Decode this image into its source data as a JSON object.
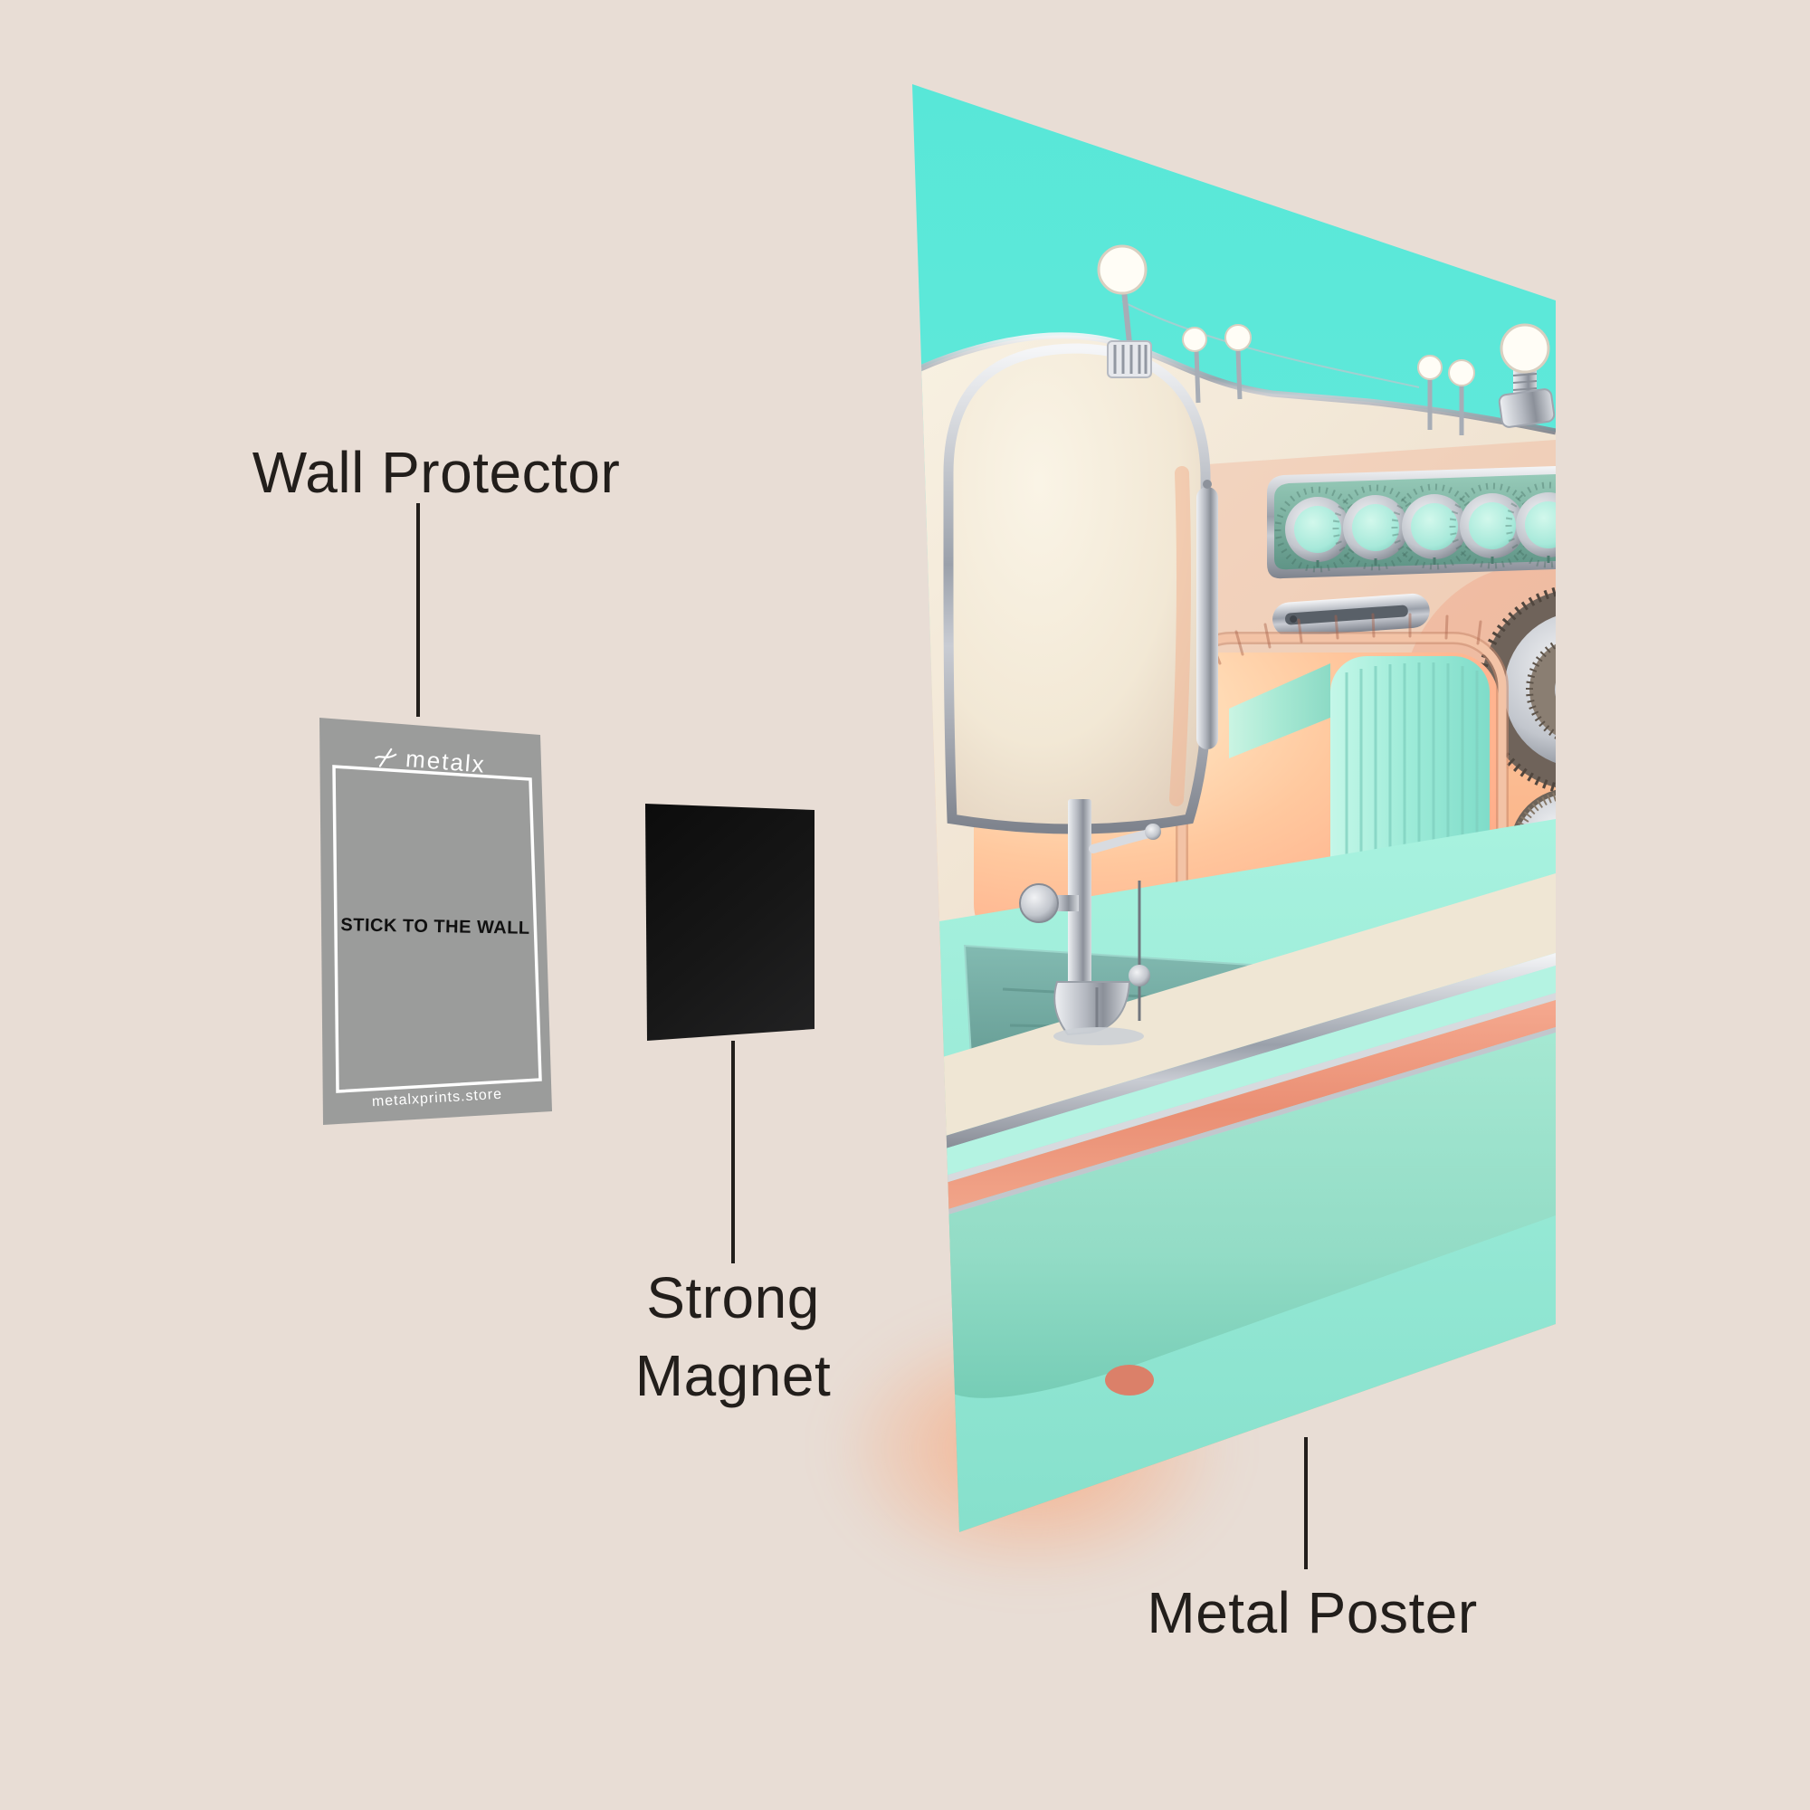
{
  "page": {
    "background_color": "#e8ddd5",
    "text_color": "#221e1b"
  },
  "annotations": {
    "wall_protector": {
      "label": "Wall Protector"
    },
    "strong_magnet": {
      "label_line1": "Strong",
      "label_line2": "Magnet"
    },
    "metal_poster": {
      "label": "Metal Poster"
    }
  },
  "wall_protector_card": {
    "brand_name": "metalx",
    "brand_icon": "metalx-logo-icon",
    "center_text": "STICK TO THE WALL",
    "website": "metalxprints.store",
    "card_color": "#9b9c9b"
  },
  "magnet": {
    "color": "#161616"
  },
  "poster": {
    "artwork_subject": "pastel retro sewing machine illustration",
    "colors": {
      "sky_teal": "#60e8d9",
      "desk_peach": "#fb9e7e",
      "machine_cream": "#f4ecdb",
      "mint": "#9fefdc",
      "celadon_base": "#9bd9c5",
      "salmon_stripe": "#ea8f74",
      "panel_teal": "#7fb7a6",
      "chrome": "#c7cad1"
    }
  }
}
